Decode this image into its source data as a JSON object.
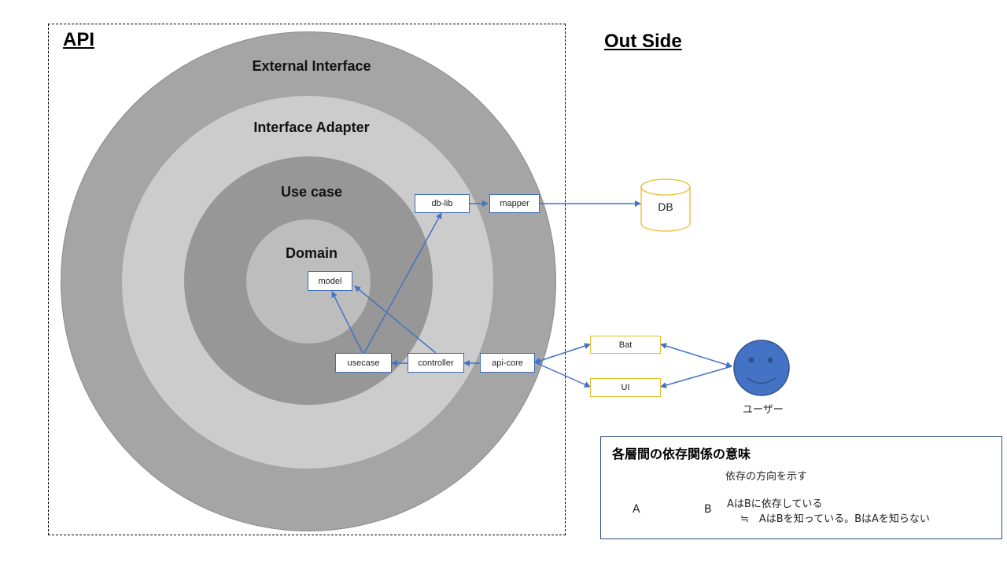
{
  "api_label": "API",
  "outside_label": "Out Side",
  "rings": {
    "external_interface": "External Interface",
    "interface_adapter": "Interface Adapter",
    "use_case": "Use case",
    "domain": "Domain"
  },
  "components": {
    "model": "model",
    "db_lib": "db-lib",
    "mapper": "mapper",
    "usecase": "usecase",
    "controller": "controller",
    "api_core": "api-core"
  },
  "external": {
    "db": "DB",
    "bat": "Bat",
    "ui": "UI",
    "user": "ユーザー"
  },
  "legend": {
    "title": "各層間の依存関係の意味",
    "arrow_meaning": "依存の方向を示す",
    "example_a": "A",
    "example_b": "B",
    "line1": "AはBに依存している",
    "line2": "≒　AはBを知っている。BはAを知らない"
  },
  "colors": {
    "outer_ring": "#a5a5a5",
    "adapter_ring": "#cccccc",
    "usecase_ring": "#979797",
    "domain_ring": "#bdbdbd",
    "arrow": "#4472c4",
    "db_border": "#e6bd2f",
    "user_face": "#4472c4"
  }
}
